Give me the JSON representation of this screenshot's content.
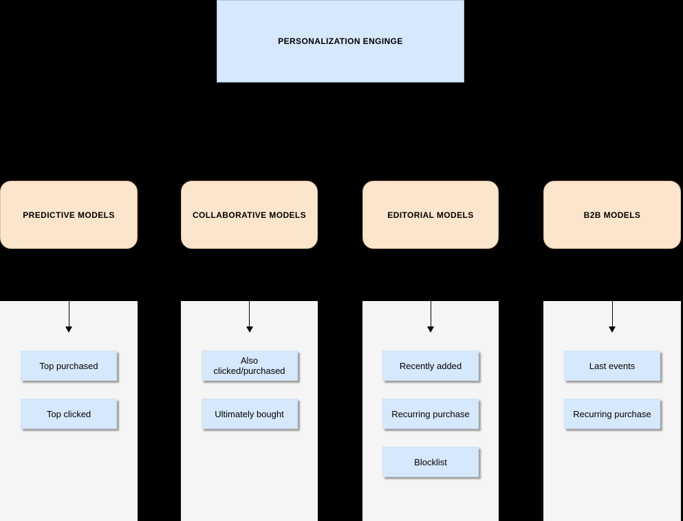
{
  "diagram": {
    "root": {
      "label": "PERSONALIZATION ENGINGE"
    },
    "columns": [
      {
        "header": "PREDICTIVE MODELS",
        "items": [
          "Top purchased",
          "Top clicked"
        ]
      },
      {
        "header": "COLLABORATIVE MODELS",
        "items": [
          "Also clicked/purchased",
          "Ultimately bought"
        ]
      },
      {
        "header": "EDITORIAL MODELS",
        "items": [
          "Recently added",
          "Recurring purchase",
          "Blocklist"
        ]
      },
      {
        "header": "B2B MODELS",
        "items": [
          "Last events",
          "Recurring purchase"
        ]
      }
    ],
    "colors": {
      "background": "#000000",
      "root_fill": "#d6e8fb",
      "header_fill": "#fce5cd",
      "column_fill": "#f5f5f5",
      "item_fill": "#d6e8fb"
    }
  }
}
